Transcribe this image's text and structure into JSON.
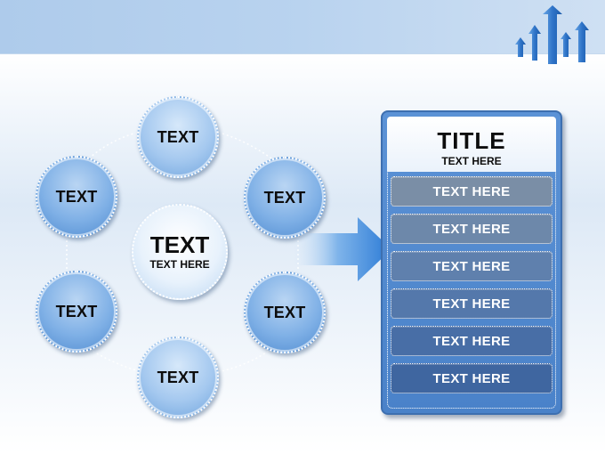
{
  "diagram": {
    "center": {
      "title": "TEXT",
      "subtitle": "TEXT HERE"
    },
    "nodes": [
      {
        "label": "TEXT"
      },
      {
        "label": "TEXT"
      },
      {
        "label": "TEXT"
      },
      {
        "label": "TEXT"
      },
      {
        "label": "TEXT"
      },
      {
        "label": "TEXT"
      }
    ]
  },
  "panel": {
    "title": "TITLE",
    "subtitle": "TEXT HERE",
    "rows": [
      {
        "label": "TEXT HERE",
        "color": "#7a8ea6"
      },
      {
        "label": "TEXT HERE",
        "color": "#6d88aa"
      },
      {
        "label": "TEXT HERE",
        "color": "#5f80ad"
      },
      {
        "label": "TEXT HERE",
        "color": "#5478ab"
      },
      {
        "label": "TEXT HERE",
        "color": "#486ea6"
      },
      {
        "label": "TEXT HERE",
        "color": "#3f66a0"
      }
    ]
  },
  "colors": {
    "accent": "#4a82c9",
    "arrow": "#2e7ed8",
    "header_band": "#b9d3ef"
  },
  "icons": {
    "logo": "rising-arrows-icon",
    "flow": "right-arrow-icon"
  }
}
